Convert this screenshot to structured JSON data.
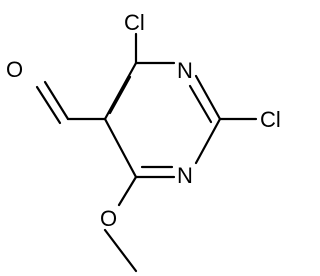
{
  "molecule": {
    "atoms": {
      "cl_top": "Cl",
      "cl_right": "Cl",
      "n_top": "N",
      "n_bottom": "N",
      "o_aldehyde": "O",
      "o_methoxy": "O"
    }
  }
}
